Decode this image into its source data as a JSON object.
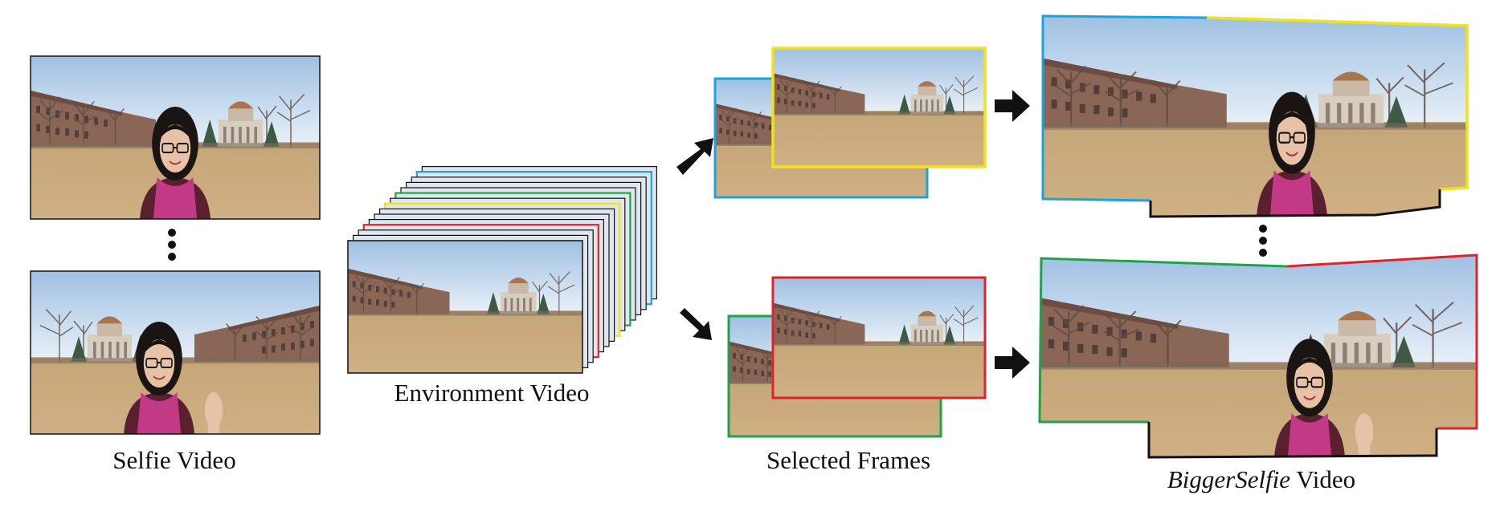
{
  "labels": {
    "selfie_video": "Selfie Video",
    "environment_video": "Environment Video",
    "selected_frames": "Selected Frames",
    "bigger_selfie_italic": "BiggerSelfie",
    "bigger_selfie_rest": "Video"
  },
  "colors": {
    "cyan": "#1aa3dc",
    "yellow": "#f2e21a",
    "green": "#1ea34a",
    "red": "#e0232a",
    "black": "#111111",
    "sky_top": "#a9c8e6",
    "sky_bottom": "#e4eef6",
    "ground": "#c7a878",
    "ground_dark": "#a88756",
    "building": "#8f6a58",
    "tree": "#6d5a4a",
    "dome": "#d9cfc1",
    "skin": "#e8c2a6",
    "hair": "#1a1412",
    "scarf": "#c23a86",
    "coat": "#5a2030"
  },
  "environment_stack_frame_colors": [
    "#111111",
    "#111111",
    "#e0232a",
    "#111111",
    "#111111",
    "#111111",
    "#f2e21a",
    "#111111",
    "#1ea34a",
    "#111111",
    "#111111",
    "#111111",
    "#1aa3dc",
    "#111111"
  ],
  "icons": {
    "arrow": "arrow-icon",
    "ellipsis": "vertical-ellipsis-icon"
  }
}
